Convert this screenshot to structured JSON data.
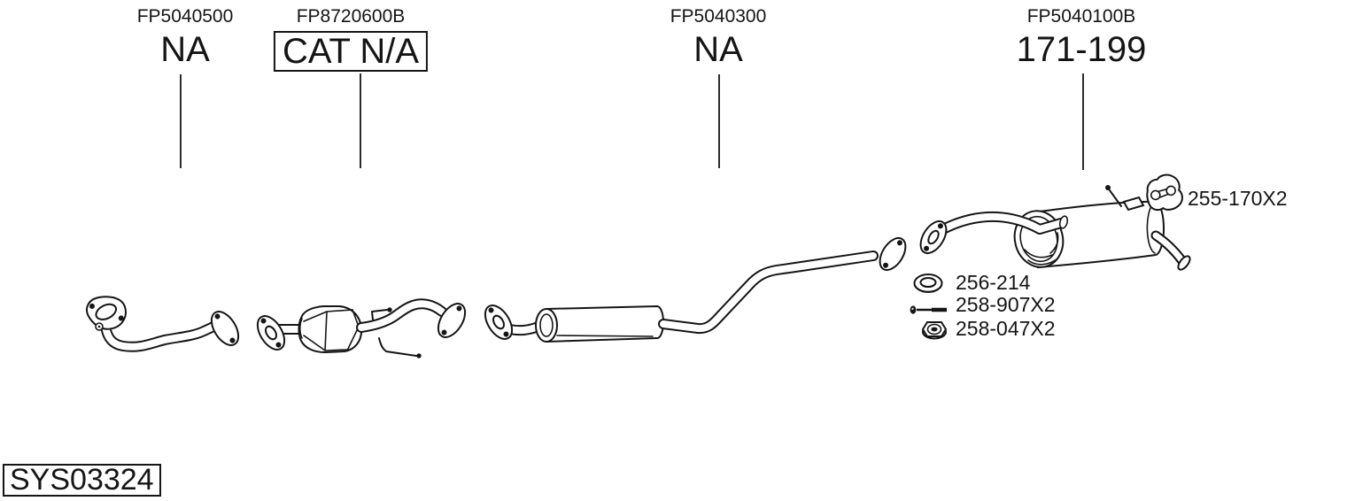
{
  "colors": {
    "line": "#151515",
    "background": "#ffffff"
  },
  "system_code": "SYS03324",
  "section_callouts": [
    {
      "part_no": "FP5040500",
      "range": "NA",
      "boxed": false
    },
    {
      "part_no": "FP8720600B",
      "range": "CAT N/A",
      "boxed": true
    },
    {
      "part_no": "FP5040300",
      "range": "NA",
      "boxed": false
    },
    {
      "part_no": "FP5040100B",
      "range": "171-199",
      "boxed": false
    }
  ],
  "mounting_parts": [
    {
      "icon": "rubber-hanger-icon",
      "part_no": "255-170X2"
    },
    {
      "icon": "gasket-ring-icon",
      "part_no": "256-214"
    },
    {
      "icon": "bolt-icon",
      "part_no": "258-907X2"
    },
    {
      "icon": "flange-nut-icon",
      "part_no": "258-047X2"
    }
  ]
}
